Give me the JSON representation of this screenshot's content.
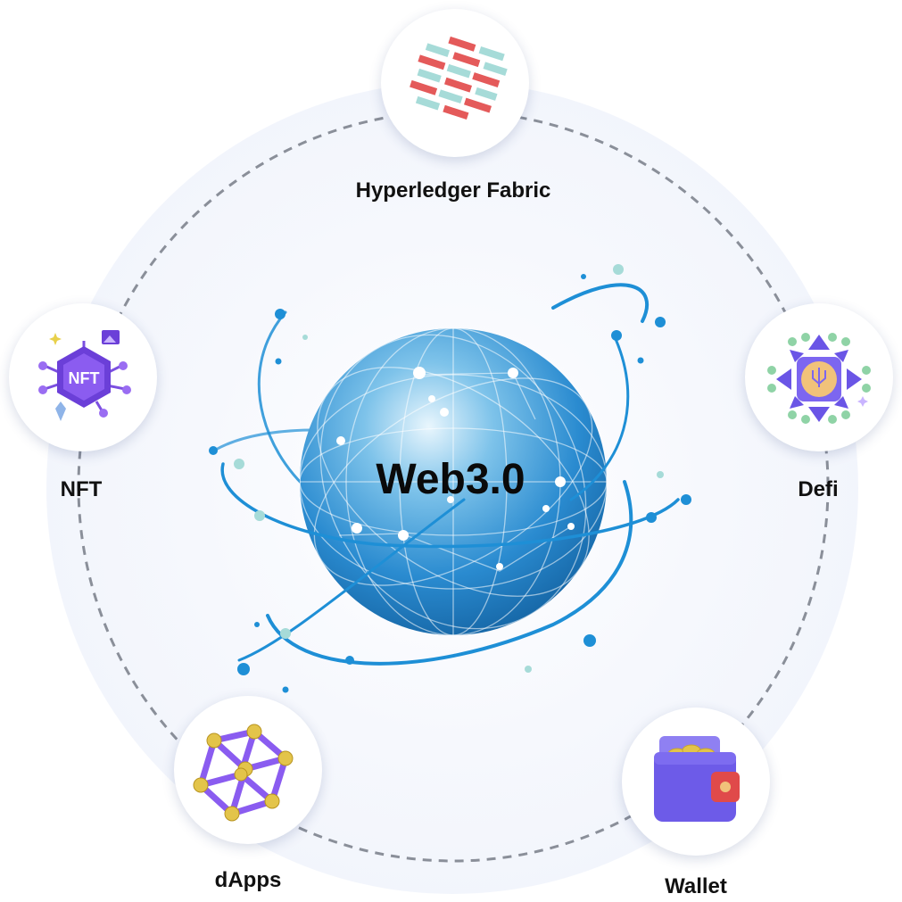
{
  "diagram": {
    "center": {
      "title": "Web3.0",
      "icon": "globe-icon"
    },
    "nodes": [
      {
        "key": "hyperledger",
        "label": "Hyperledger Fabric",
        "icon": "hyperledger-fabric-icon"
      },
      {
        "key": "nft",
        "label": "NFT",
        "icon": "nft-badge-icon"
      },
      {
        "key": "defi",
        "label": "Defi",
        "icon": "defi-network-icon"
      },
      {
        "key": "dapps",
        "label": "dApps",
        "icon": "dapps-cube-icon"
      },
      {
        "key": "wallet",
        "label": "Wallet",
        "icon": "wallet-icon"
      }
    ]
  },
  "colors": {
    "orbit_ring": "#8a8f99",
    "globe_blue": "#2a8bd0",
    "orbit_blue": "#1e8fd6",
    "hyperledger_red": "#e45a5a",
    "hyperledger_teal": "#a6dbd8",
    "nft_purple": "#7b4fe0",
    "defi_purple": "#6a55e6",
    "defi_green": "#8fd3a6",
    "dapps_purple": "#8a5cf0",
    "dapps_gold": "#e3c44a",
    "wallet_purple": "#6d5be8",
    "wallet_red": "#e04a4a"
  }
}
